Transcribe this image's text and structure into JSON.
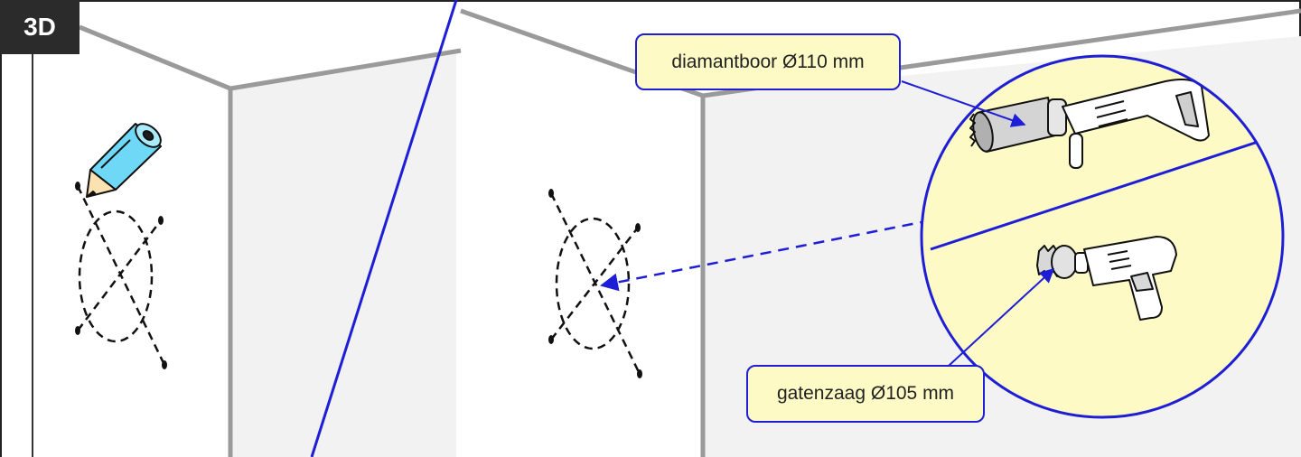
{
  "step_label": "3D",
  "callouts": {
    "diamond_drill": "diamantboor Ø110 mm",
    "hole_saw": "gatenzaag Ø105 mm"
  },
  "colors": {
    "wall_edge": "#9a9a9a",
    "wall_fill_dark": "#f2f2f2",
    "highlight_line": "#1e1ed6",
    "callout_fill": "#fdfac6",
    "pencil": "#6fd8f7"
  },
  "icons": [
    "pencil-icon",
    "diamond-core-drill-icon",
    "hole-saw-drill-icon"
  ]
}
